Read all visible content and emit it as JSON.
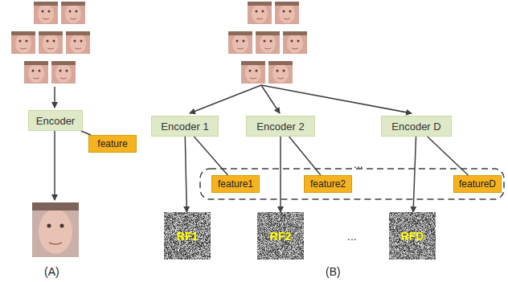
{
  "diagram": {
    "nodes": [
      {
        "text": [
          "Encoder"
        ]
      },
      {
        "text": [
          "feature"
        ]
      },
      {
        "text": [
          "Encoder 1"
        ]
      },
      {
        "text": [
          "Encoder 2"
        ]
      },
      {
        "text": [
          "Encoder D"
        ]
      },
      {
        "text": [
          "feature1"
        ]
      },
      {
        "text": [
          "feature2"
        ]
      },
      {
        "text": [
          "featureD"
        ]
      },
      {
        "text": [
          "RF1"
        ]
      },
      {
        "text": [
          "RF2"
        ]
      },
      {
        "text": [
          "RFD"
        ]
      }
    ],
    "edges": [
      {
        "from": 0,
        "to": 1,
        "arrow": "none"
      },
      {
        "from": 2,
        "to": 8,
        "arrow": "to"
      },
      {
        "from": 2,
        "to": 5,
        "arrow": "none"
      },
      {
        "from": 3,
        "to": 9,
        "arrow": "to"
      },
      {
        "from": 3,
        "to": 6,
        "arrow": "none"
      },
      {
        "from": 4,
        "to": 10,
        "arrow": "to"
      },
      {
        "from": 4,
        "to": 7,
        "arrow": "none"
      }
    ],
    "labels": [
      "(A)",
      "(B)",
      "...",
      "..."
    ]
  }
}
